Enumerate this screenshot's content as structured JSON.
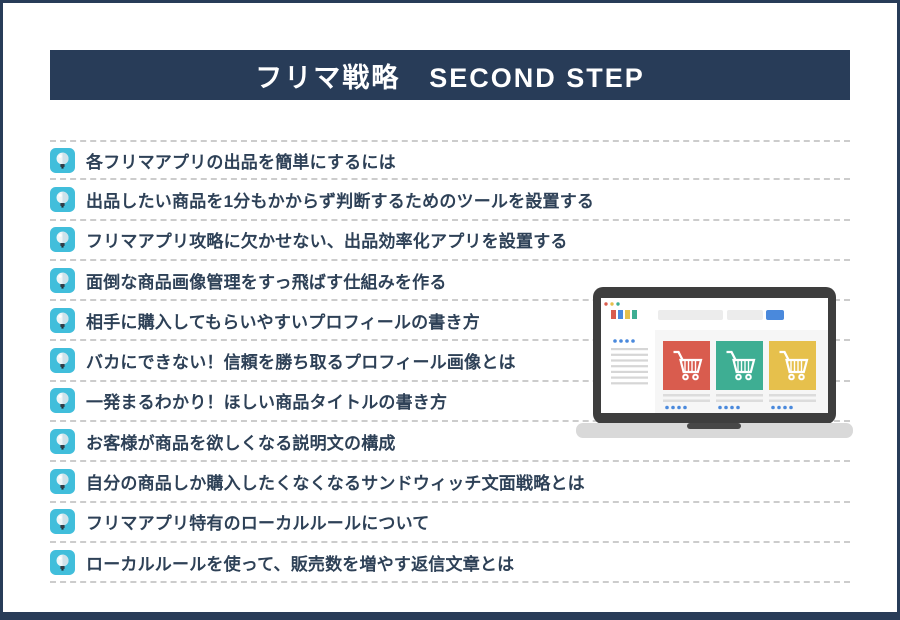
{
  "page": {
    "title": "フリマ戦略　SECOND STEP"
  },
  "list": {
    "items": [
      "各フリマアプリの出品を簡単にするには",
      "出品したい商品を1分もかからず判断するためのツールを設置する",
      "フリマアプリ攻略に欠かせない、出品効率化アプリを設置する",
      "面倒な商品画像管理をすっ飛ばす仕組みを作る",
      "相手に購入してもらいやすいプロフィールの書き方",
      "バカにできない！信頼を勝ち取るプロフィール画像とは",
      "一発まるわかり！ほしい商品タイトルの書き方",
      "お客様が商品を欲しくなる説明文の構成",
      "自分の商品しか購入したくなくなるサンドウィッチ文面戦略とは",
      "フリマアプリ特有のローカルルールについて",
      "ローカルルールを使って、販売数を増やす返信文章とは"
    ]
  },
  "icons": {
    "list_bullet": "lightbulb-icon",
    "illustration": "laptop-ecommerce-site-with-shopping-carts"
  },
  "colors": {
    "navy": "#283c58",
    "text_navy": "#2e4157",
    "bullet_cyan": "#41bedb",
    "card_red": "#d95c4e",
    "card_teal": "#3eae93",
    "card_yellow": "#e6c04c",
    "blue_accent": "#4a89dc",
    "dashed_line": "#cccccc",
    "laptop_frame": "#3e3e3e",
    "laptop_base": "#d9d9d9"
  }
}
